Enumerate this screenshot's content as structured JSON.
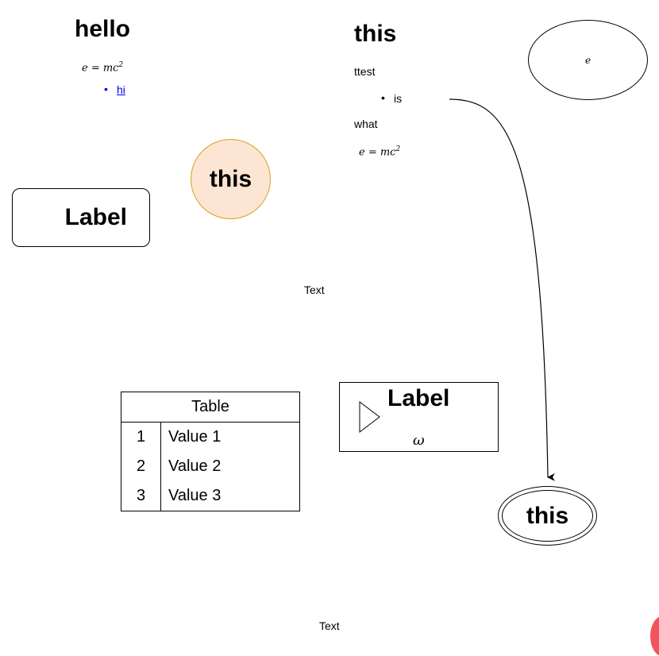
{
  "hello_block": {
    "title": "hello",
    "equation_lhs": "e = mc",
    "equation_exp": "2",
    "bullet_link": "hi"
  },
  "this_block": {
    "title": "this",
    "line1": "ttest",
    "bullet": "is",
    "line2": "what",
    "equation_lhs": "e = mc",
    "equation_exp": "2"
  },
  "ellipse": {
    "label": "e"
  },
  "circle": {
    "label": "this",
    "fill": "#fce5d2",
    "stroke": "#d6a21e"
  },
  "rounded_box": {
    "label": "Label"
  },
  "free_text_middle": "Text",
  "free_text_bottom": "Text",
  "table": {
    "title": "Table",
    "rows": [
      {
        "num": "1",
        "value": "Value 1"
      },
      {
        "num": "2",
        "value": "Value 2"
      },
      {
        "num": "3",
        "value": "Value 3"
      }
    ]
  },
  "play_label_box": {
    "label": "Label",
    "symbol": "ω"
  },
  "double_ellipse": {
    "label": "this"
  }
}
